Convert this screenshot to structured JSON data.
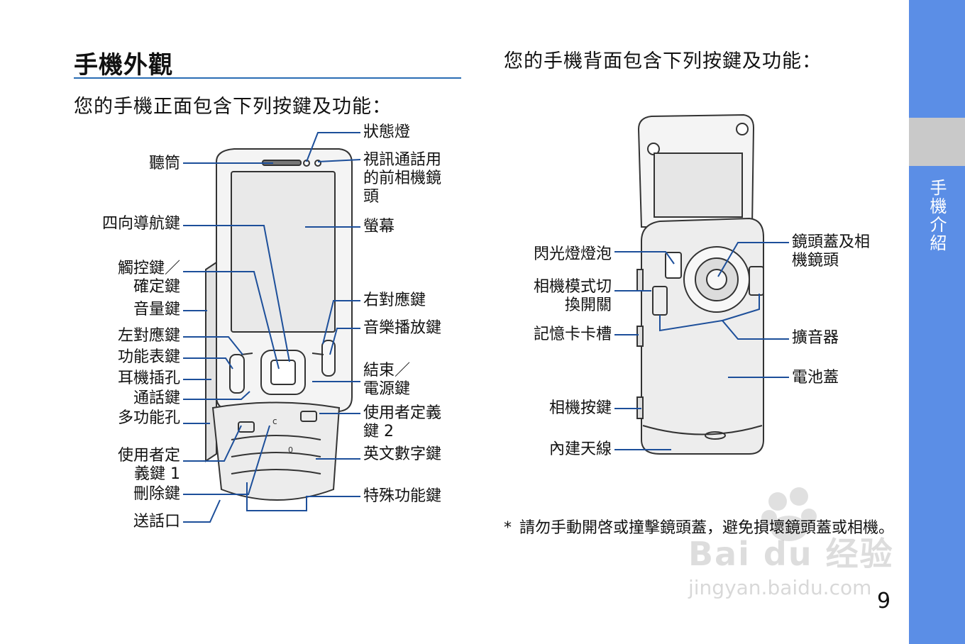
{
  "section_title": "手機外觀",
  "front": {
    "intro": "您的手機正面包含下列按鍵及功能：",
    "labels": {
      "status_light": "狀態燈",
      "front_camera": "視訊通話用\n的前相機鏡\n頭",
      "screen": "螢幕",
      "right_soft_key": "右對應鍵",
      "music_key": "音樂播放鍵",
      "end_key": "結束／\n電源鍵",
      "user_key_2": "使用者定義\n鍵 2",
      "alnum_keys": "英文數字鍵",
      "special_keys": "特殊功能鍵",
      "earpiece": "聽筒",
      "nav_key": "四向導航鍵",
      "confirm_key": "觸控鍵／\n確定鍵",
      "volume_key": "音量鍵",
      "left_soft_key": "左對應鍵",
      "menu_key": "功能表鍵",
      "headset_jack": "耳機插孔",
      "dial_key": "通話鍵",
      "multi_jack": "多功能孔",
      "user_key_1": "使用者定\n義鍵 1",
      "delete_key": "刪除鍵",
      "mic": "送話口"
    }
  },
  "back": {
    "intro": "您的手機背面包含下列按鍵及功能：",
    "labels": {
      "lens_cover": "鏡頭蓋及相\n機鏡頭",
      "speaker": "擴音器",
      "battery_cover": "電池蓋",
      "flash": "閃光燈燈泡",
      "camera_switch": "相機模式切\n換開關",
      "card_slot": "記憶卡卡槽",
      "camera_key": "相機按鍵",
      "antenna": "內建天線"
    }
  },
  "note": {
    "star": "*",
    "text": "請勿手動開啓或撞擊鏡頭蓋，避免損壞鏡頭蓋或相機。"
  },
  "sidebar_label": "手機介紹",
  "page_number": "9",
  "watermark": {
    "brand": "Bai du 经验",
    "url": "jingyan.baidu.com"
  },
  "colors": {
    "accent": "#2a6db4",
    "sidebar": "#5b8ee6",
    "sidebar_band": "#c9c9c9"
  }
}
